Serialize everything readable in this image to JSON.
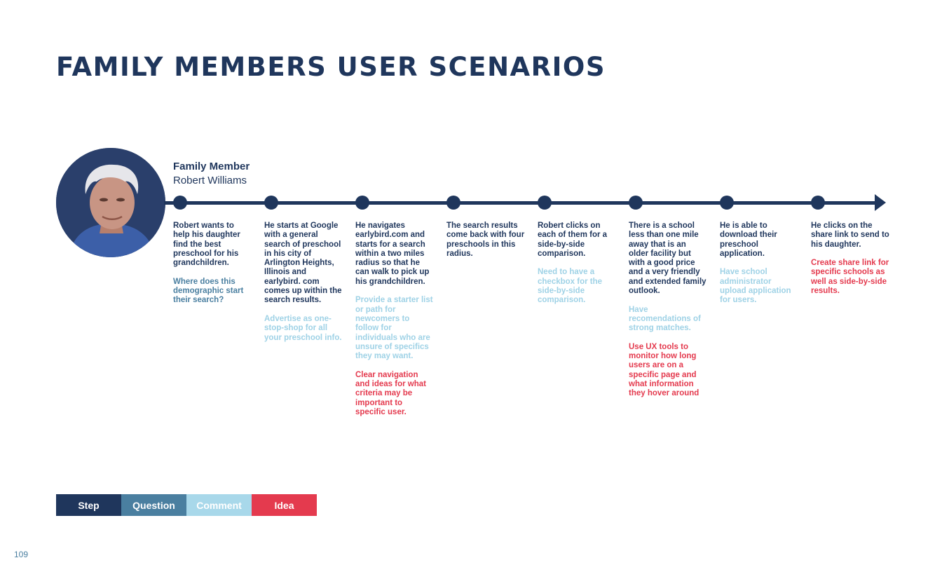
{
  "title": "FAMILY MEMBERS USER SCENARIOS",
  "persona": {
    "role": "Family Member",
    "name": "Robert Williams"
  },
  "colors": {
    "navy": "#1f365c",
    "question": "#4a7fa0",
    "comment": "#9fd2e6",
    "idea": "#e43a4e"
  },
  "steps": [
    {
      "step": "Robert wants to help his daughter find the best preschool for his grandchildren.",
      "question": "Where does this demographic start their search?",
      "comment": "",
      "idea": ""
    },
    {
      "step": "He starts at Google with a general search of preschool in his city of Arlington Heights, Illinois and earlybird. com comes up within the search results.",
      "question": "",
      "comment": "Advertise as one-stop-shop for all your preschool info.",
      "idea": ""
    },
    {
      "step": "He navigates earlybird.com and starts for a search within a two miles radius so that he can walk to pick up his grandchildren.",
      "question": "",
      "comment": "Provide a starter list or path for newcomers to follow for individuals who are unsure of specifics they may want.",
      "idea": "Clear navigation and ideas for what criteria may be important to specific user."
    },
    {
      "step": "The search results come back with four preschools in this radius.",
      "question": "",
      "comment": "",
      "idea": ""
    },
    {
      "step": "Robert clicks on each of them for a side-by-side comparison.",
      "question": "",
      "comment": "Need to have a checkbox for the side-by-side comparison.",
      "idea": ""
    },
    {
      "step": "There is a school less than one mile away that is an older facility but with a good price and a very friendly and extended family outlook.",
      "question": "",
      "comment": "Have recomendations of strong matches.",
      "idea": "Use UX tools to monitor how long users are on a specific page and what information they hover around"
    },
    {
      "step": "He is able to download their preschool application.",
      "question": "",
      "comment": "Have school administrator upload application for users.",
      "idea": ""
    },
    {
      "step": "He clicks on the share link to send to his daughter.",
      "question": "",
      "comment": "",
      "idea": "Create share link for specific schools as well as side-by-side results."
    }
  ],
  "legend": [
    {
      "label": "Step",
      "color": "#1f365c"
    },
    {
      "label": "Question",
      "color": "#4a7fa0"
    },
    {
      "label": "Comment",
      "color": "#a8d8ea"
    },
    {
      "label": "Idea",
      "color": "#e43a4e"
    }
  ],
  "page_number": "109"
}
